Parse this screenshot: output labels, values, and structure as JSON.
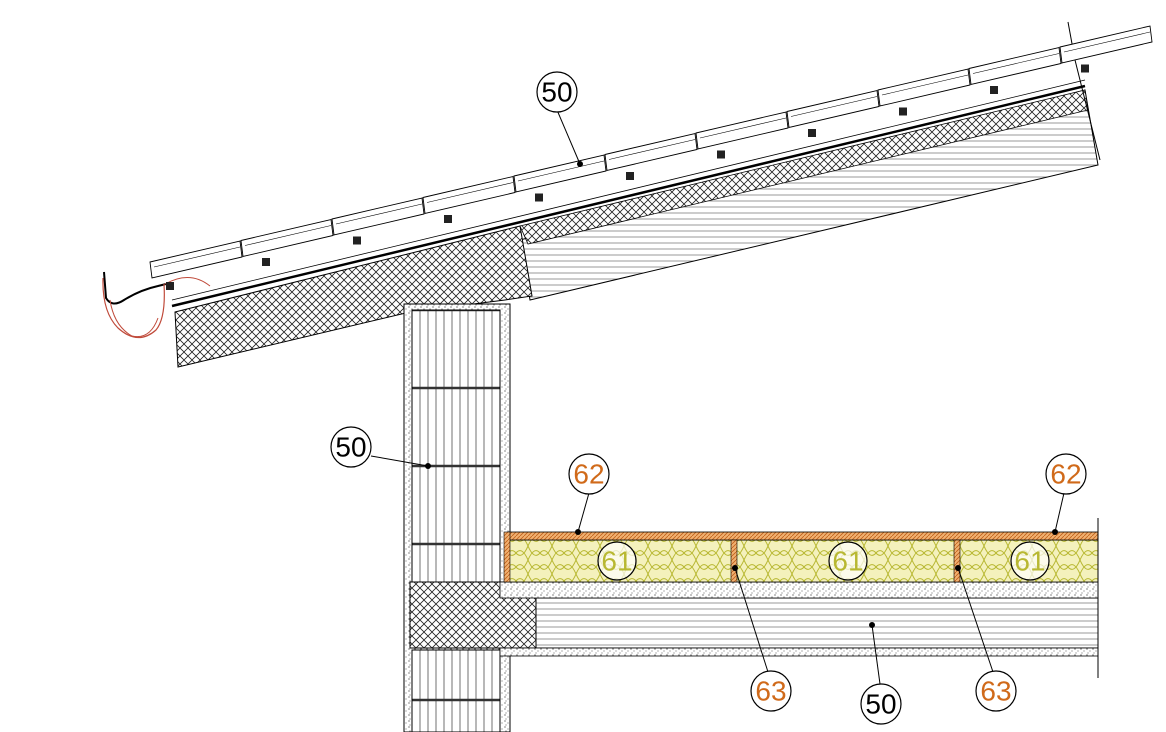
{
  "callouts": {
    "roof_tiles": {
      "label": "50",
      "color": "#000000"
    },
    "wall": {
      "label": "50",
      "color": "#000000"
    },
    "slab": {
      "label": "50",
      "color": "#000000"
    },
    "membrane_left": {
      "label": "62",
      "color": "#d06a1a"
    },
    "membrane_right": {
      "label": "62",
      "color": "#d06a1a"
    },
    "insulation_1": {
      "label": "61",
      "color": "#b8b832"
    },
    "insulation_2": {
      "label": "61",
      "color": "#b8b832"
    },
    "insulation_3": {
      "label": "61",
      "color": "#b8b832"
    },
    "joist_left": {
      "label": "63",
      "color": "#d06a1a"
    },
    "joist_right": {
      "label": "63",
      "color": "#d06a1a"
    }
  }
}
